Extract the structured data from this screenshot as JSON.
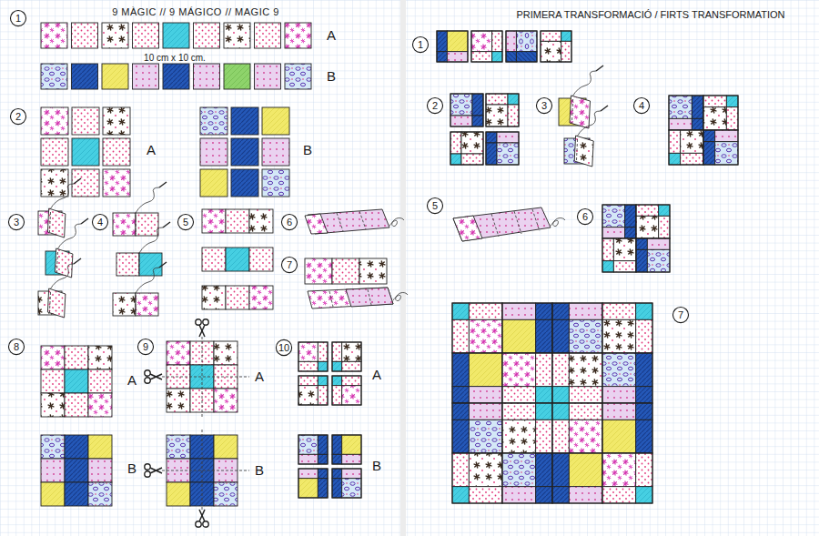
{
  "diagram": {
    "title": "9 MÀGIC // 9 MÁGICO // MAGIC 9",
    "labels": [
      "1",
      "A",
      "10 cm x 10 cm.",
      "B",
      "2",
      "A",
      "B",
      "3",
      "4",
      "5",
      "6",
      "7",
      "8",
      "A",
      "B",
      "9",
      "A",
      "B",
      "10",
      "A",
      "B",
      "PRIMERA TRANSFORMACIÓ / FIRTS TRANSFORMATION",
      "1",
      "2",
      "3",
      "4",
      "5",
      "6",
      "7"
    ]
  }
}
